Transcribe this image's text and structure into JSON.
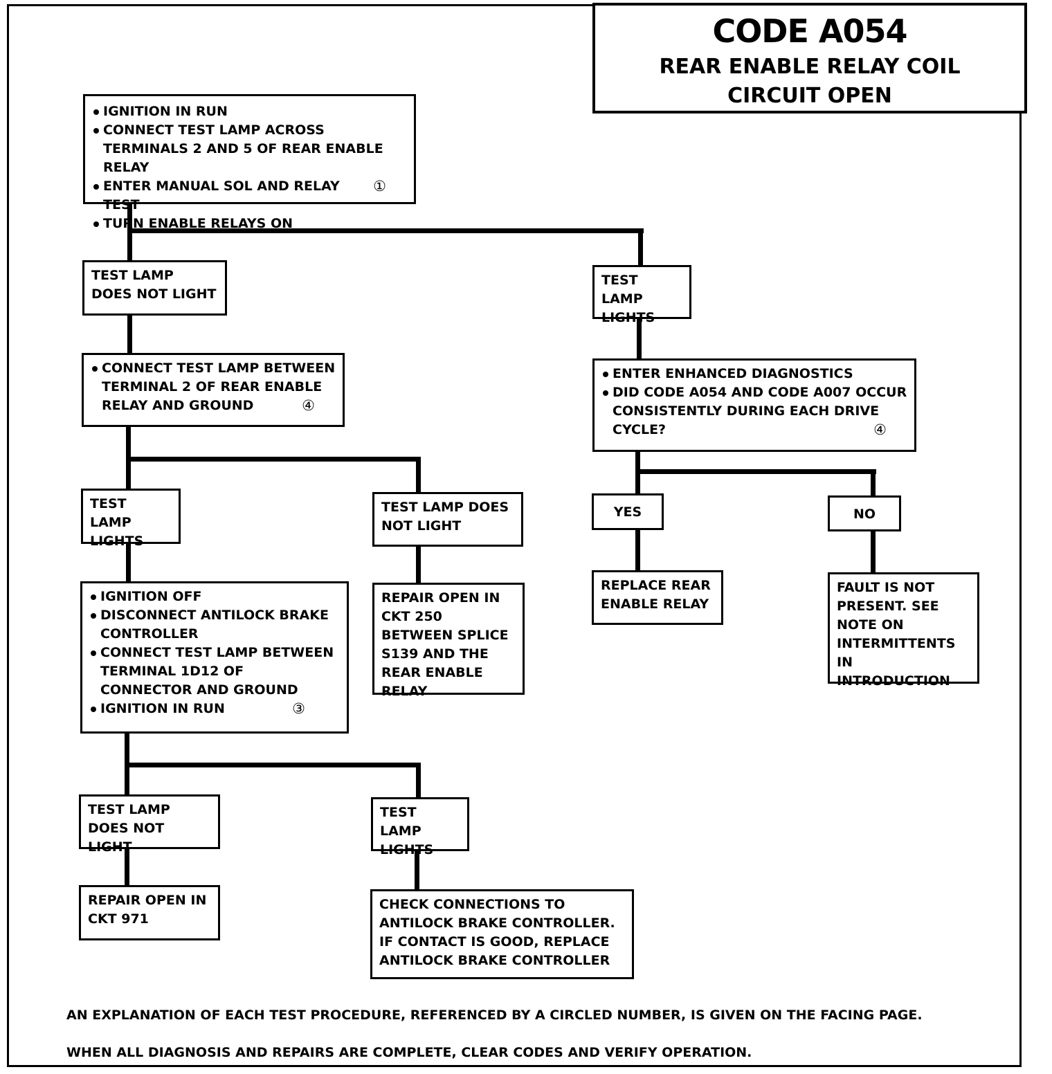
{
  "title": {
    "code": "CODE A054",
    "subtitle_line1": "REAR ENABLE RELAY COIL",
    "subtitle_line2": "CIRCUIT OPEN"
  },
  "nodes": {
    "start": {
      "items": [
        "IGNITION IN RUN",
        "CONNECT TEST LAMP ACROSS TERMINALS 2 AND 5 OF REAR ENABLE RELAY",
        "ENTER MANUAL SOL AND RELAY TEST",
        "TURN ENABLE RELAYS ON"
      ],
      "ref": "①"
    },
    "lamp_not_light_1": {
      "text": "TEST LAMP DOES NOT LIGHT"
    },
    "lamp_lights_1": {
      "text": "TEST LAMP LIGHTS"
    },
    "connect_terminal2": {
      "items": [
        "CONNECT TEST LAMP BETWEEN TERMINAL 2 OF REAR ENABLE RELAY AND GROUND"
      ],
      "ref": "④"
    },
    "enhanced_diag": {
      "items": [
        "ENTER ENHANCED DIAGNOSTICS",
        "DID CODE A054 AND CODE A007 OCCUR CONSISTENTLY DURING EACH DRIVE CYCLE?"
      ],
      "ref": "④"
    },
    "lamp_lights_2": {
      "text": "TEST LAMP LIGHTS"
    },
    "lamp_not_light_2": {
      "text": "TEST LAMP DOES NOT LIGHT"
    },
    "yes": {
      "text": "YES"
    },
    "no": {
      "text": "NO"
    },
    "ignition_off": {
      "items": [
        "IGNITION OFF",
        "DISCONNECT ANTILOCK BRAKE CONTROLLER",
        "CONNECT TEST LAMP BETWEEN TERMINAL 1D12 OF CONNECTOR AND GROUND",
        "IGNITION IN RUN"
      ],
      "ref": "③"
    },
    "repair_ckt250": {
      "text": "REPAIR OPEN IN CKT 250 BETWEEN SPLICE S139 AND THE REAR ENABLE RELAY"
    },
    "replace_relay": {
      "text": "REPLACE REAR ENABLE RELAY"
    },
    "fault_not_present": {
      "text": "FAULT IS NOT PRESENT. SEE NOTE ON INTERMITTENTS IN INTRODUCTION"
    },
    "lamp_not_light_3": {
      "text": "TEST LAMP DOES NOT LIGHT"
    },
    "lamp_lights_3": {
      "text": "TEST LAMP LIGHTS"
    },
    "repair_ckt971": {
      "text": "REPAIR OPEN IN CKT 971"
    },
    "check_connections": {
      "text": "CHECK CONNECTIONS TO ANTILOCK BRAKE CONTROLLER. IF CONTACT IS GOOD, REPLACE ANTILOCK BRAKE CONTROLLER"
    }
  },
  "notes": {
    "explanation": "AN EXPLANATION OF EACH TEST PROCEDURE, REFERENCED BY A CIRCLED NUMBER, IS GIVEN ON THE FACING PAGE.",
    "completion": "WHEN ALL DIAGNOSIS AND REPAIRS ARE COMPLETE, CLEAR CODES AND VERIFY OPERATION."
  }
}
